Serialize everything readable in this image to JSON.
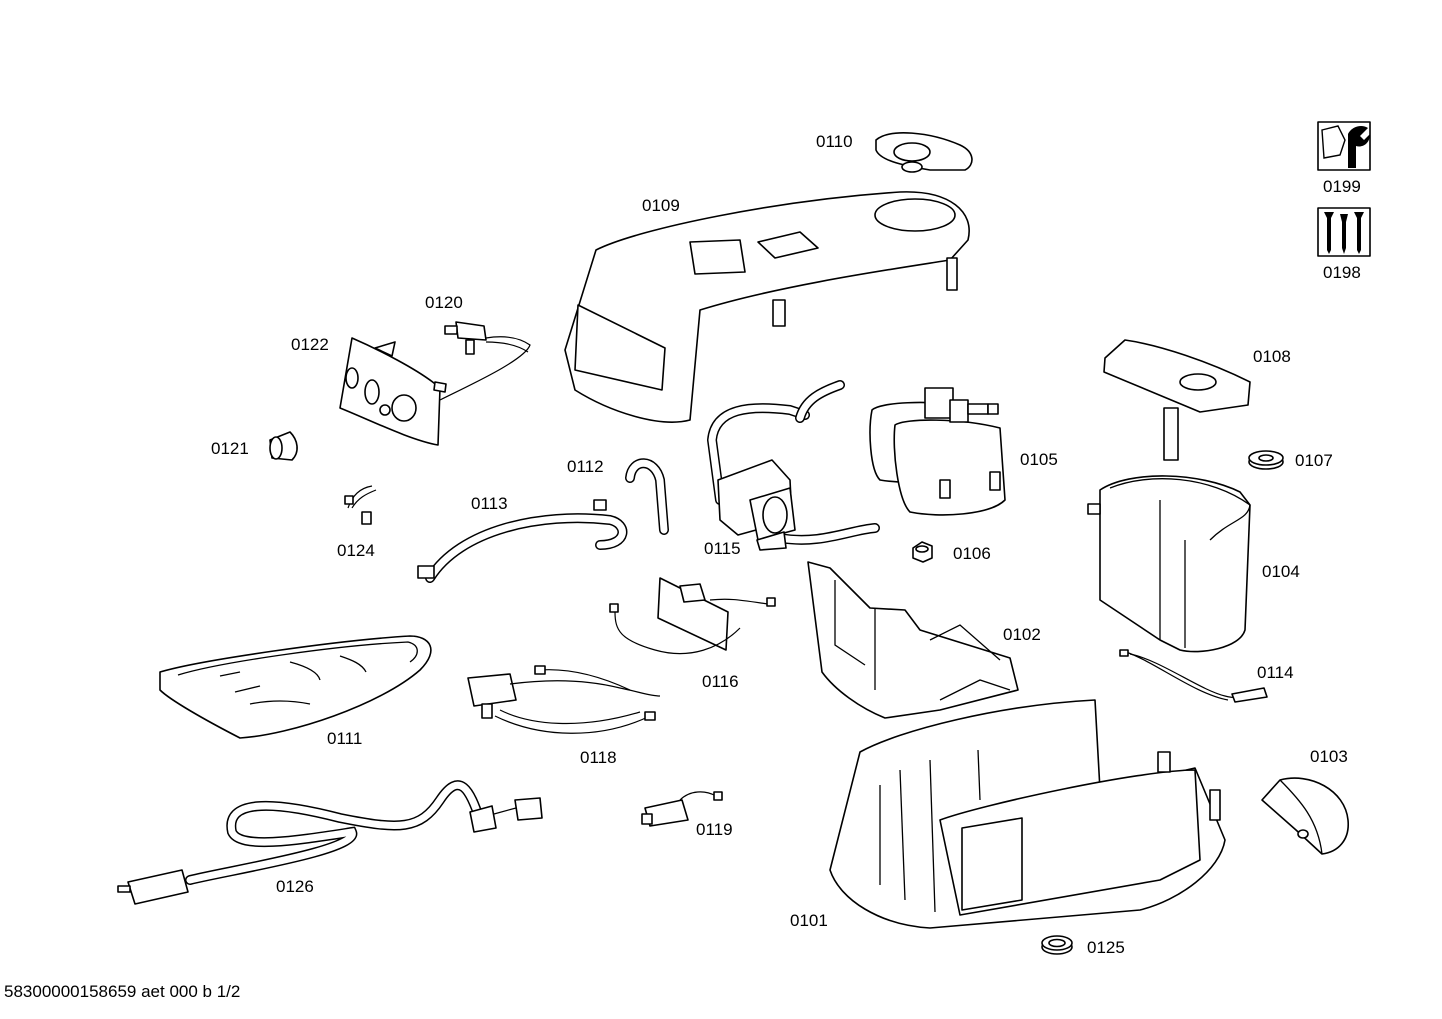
{
  "parts": {
    "p0101": "0101",
    "p0102": "0102",
    "p0103": "0103",
    "p0104": "0104",
    "p0105": "0105",
    "p0106": "0106",
    "p0107": "0107",
    "p0108": "0108",
    "p0109": "0109",
    "p0110": "0110",
    "p0111": "0111",
    "p0112": "0112",
    "p0113": "0113",
    "p0114": "0114",
    "p0115": "0115",
    "p0116": "0116",
    "p0118": "0118",
    "p0119": "0119",
    "p0120": "0120",
    "p0121": "0121",
    "p0122": "0122",
    "p0124": "0124",
    "p0125": "0125",
    "p0126": "0126",
    "p0198": "0198",
    "p0199": "0199"
  },
  "icons": {
    "p0199": "wrench-nut-icon",
    "p0198": "screws-icon"
  },
  "footer": "58300000158659 aet 000 b 1/2"
}
